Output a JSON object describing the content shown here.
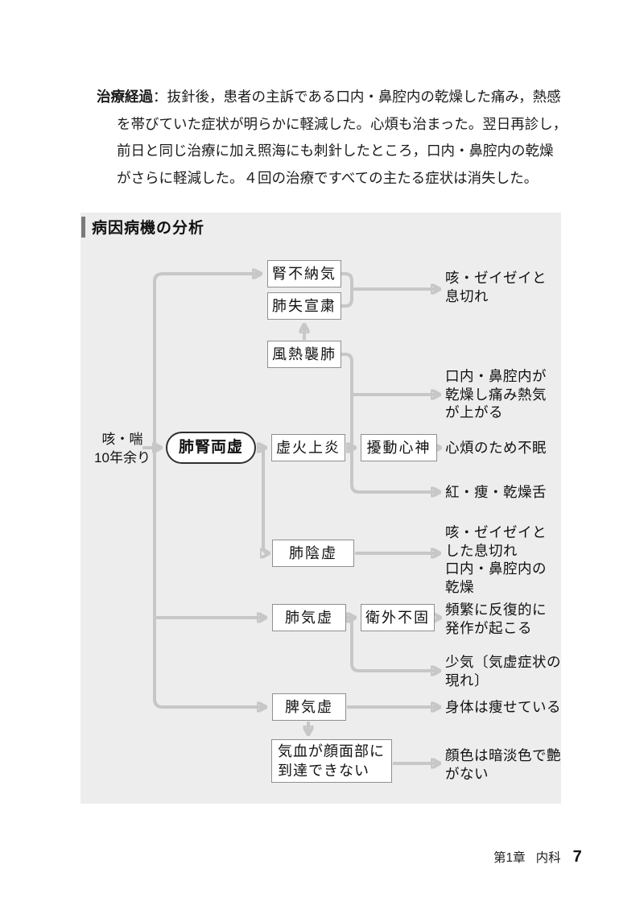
{
  "paragraph": {
    "label": "治療経過",
    "line1_rest": "：抜針後，患者の主訴である口内・鼻腔内の乾燥した痛み，熱感",
    "line2": "を帯びていた症状が明らかに軽減した。心煩も治まった。翌日再診し，",
    "line3": "前日と同じ治療に加え照海にも刺針したところ，口内・鼻腔内の乾燥",
    "line4": "がさらに軽減した。４回の治療ですべての主たる症状は消失した。"
  },
  "diagram": {
    "title": "病因病機の分析",
    "source": "咳・喘\n10年余り",
    "nodes": {
      "kidney_not_receiving_qi": "腎不納気",
      "lung_failing_to_diffuse": "肺失宣粛",
      "wind_heat_attacking_lung": "風熱襲肺",
      "lung_kidney_dual_deficiency": "肺腎両虚",
      "deficiency_fire_flaring": "虚火上炎",
      "disturbing_heart_spirit": "擾動心神",
      "lung_yin_deficiency": "肺陰虚",
      "lung_qi_deficiency": "肺気虚",
      "defensive_exterior_insecurity": "衛外不固",
      "spleen_qi_deficiency": "脾気虚",
      "qi_blood_not_reaching_face": "気血が顔面部に\n到達できない"
    },
    "outcomes": {
      "cough_wheeze_breathless": "咳・ゼイゼイと\n息切れ",
      "dry_mouth_nose_heat": "口内・鼻腔内が\n乾燥し痛み熱気\nが上がる",
      "insomnia_from_vexation": "心煩のため不眠",
      "red_thin_dry_tongue": "紅・痩・乾燥舌",
      "cough_wheeze_dryness": "咳・ゼイゼイと\nした息切れ\n口内・鼻腔内の\n乾燥",
      "frequent_recurrent_attacks": "頻繁に反復的に\n発作が起こる",
      "shortness_of_qi": "少気〔気虚症状の\n現れ〕",
      "thin_body": "身体は痩せている",
      "dull_lusterless_complexion": "顔色は暗淡色で艶\nがない"
    },
    "colors": {
      "panel_bg": "#ededed",
      "arrow": "#c7c7c7",
      "box_border": "#8f8f8f",
      "oval_border": "#2f2f2f",
      "title_bar": "#7a7a7a",
      "text": "#111111"
    }
  },
  "footer": {
    "chapter": "第1章",
    "section": "内科",
    "page_number": "7"
  }
}
